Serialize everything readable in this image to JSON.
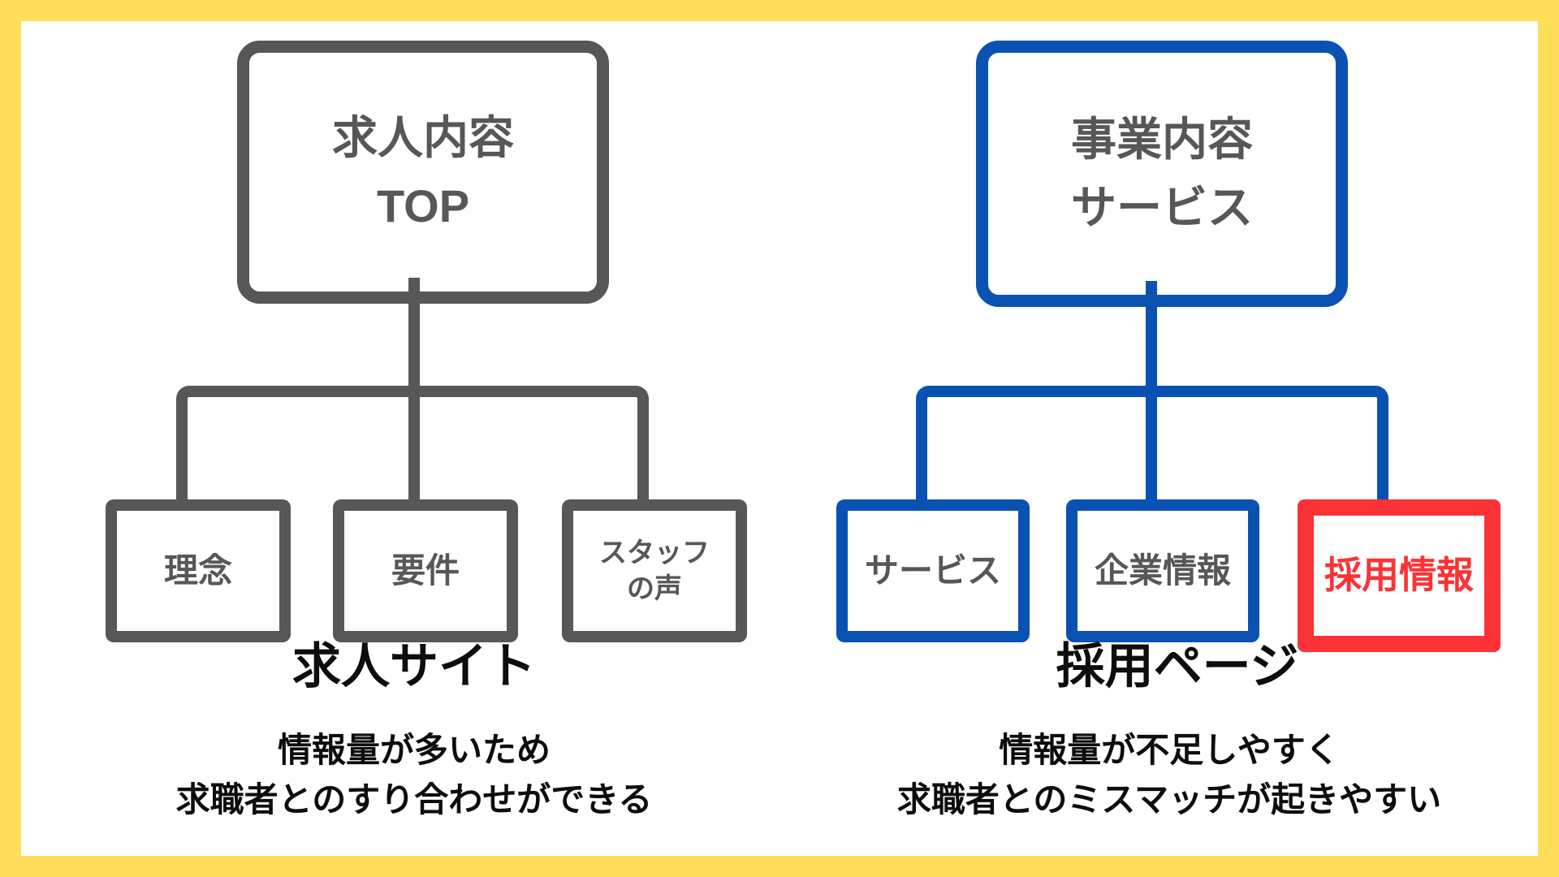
{
  "colors": {
    "yellow": "#FFDE59",
    "gray": "#575757",
    "blue": "#0A52B2",
    "red": "#FB3236",
    "ink": "#0D0D0D"
  },
  "left": {
    "top_box": {
      "line1": "求人内容",
      "line2": "TOP"
    },
    "boxes": [
      {
        "label": "理念"
      },
      {
        "label": "要件"
      },
      {
        "label": "スタッフ",
        "label2": "の声"
      }
    ],
    "label": "求人サイト",
    "description": {
      "line1": "情報量が多いため",
      "line2": "求職者とのすり合わせができる"
    }
  },
  "right": {
    "top_box": {
      "line1": "事業内容",
      "line2": "サービス"
    },
    "boxes": [
      {
        "label": "サービス"
      },
      {
        "label": "企業情報"
      },
      {
        "label": "採用情報",
        "highlighted": "true"
      }
    ],
    "label": "採用ページ",
    "description": {
      "line1": "情報量が不足しやすく",
      "line2": "求職者とのミスマッチが起きやすい"
    }
  }
}
